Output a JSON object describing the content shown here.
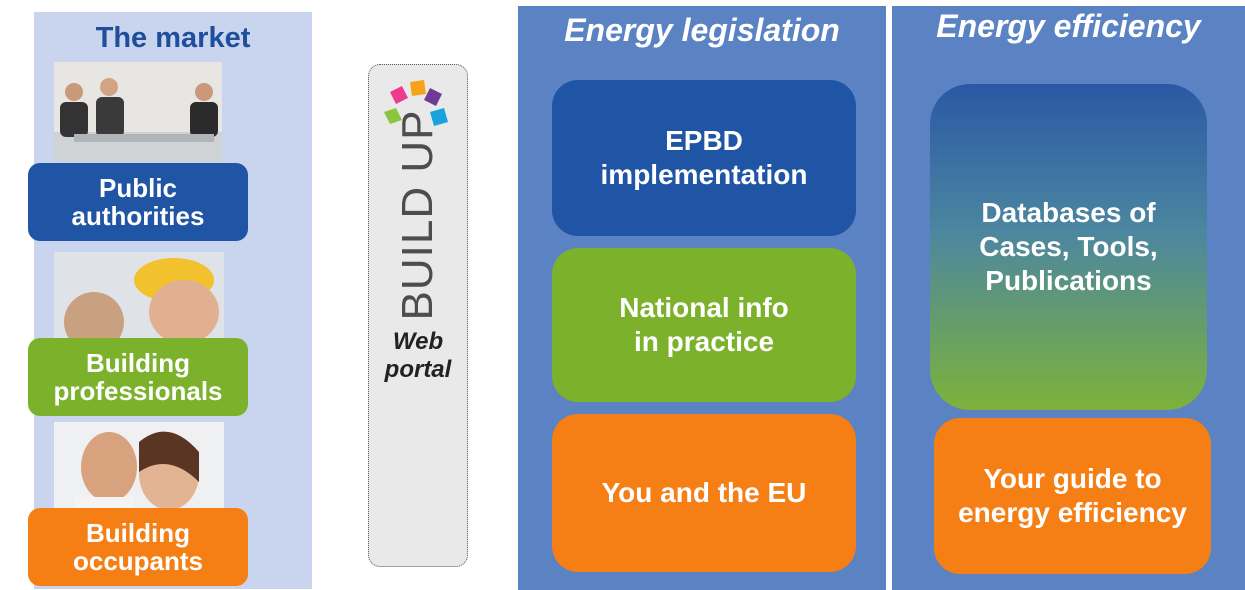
{
  "market": {
    "title": "The market",
    "groups": [
      {
        "label_line1": "Public",
        "label_line2": "authorities",
        "color": "#1f55a4",
        "photo": "meeting-photo"
      },
      {
        "label_line1": "Building",
        "label_line2": "professionals",
        "color": "#7bb12b",
        "photo": "workers-photo"
      },
      {
        "label_line1": "Building",
        "label_line2": "occupants",
        "color": "#f57f15",
        "photo": "couple-photo"
      }
    ]
  },
  "portal": {
    "logo_text": "BUILD UP",
    "line1": "Web",
    "line2": "portal"
  },
  "legislation": {
    "title": "Energy legislation",
    "tiles": [
      {
        "line1": "EPBD",
        "line2": "implementation",
        "color": "#1f55a4"
      },
      {
        "line1": "National info",
        "line2": "in practice",
        "color": "#7bb12b"
      },
      {
        "line1": "You and the EU",
        "color": "#f57f15"
      }
    ]
  },
  "efficiency": {
    "title": "Energy efficiency",
    "tiles": [
      {
        "line1": "Databases of",
        "line2": "Cases, Tools,",
        "line3": "Publications"
      },
      {
        "line1": "Your guide to",
        "line2": "energy efficiency",
        "color": "#f57f15"
      }
    ]
  },
  "colors": {
    "panel_blue": "#5b82c3",
    "dark_blue": "#1f55a4",
    "green": "#7bb12b",
    "orange": "#f57f15",
    "market_bg": "#c9d5ef"
  }
}
